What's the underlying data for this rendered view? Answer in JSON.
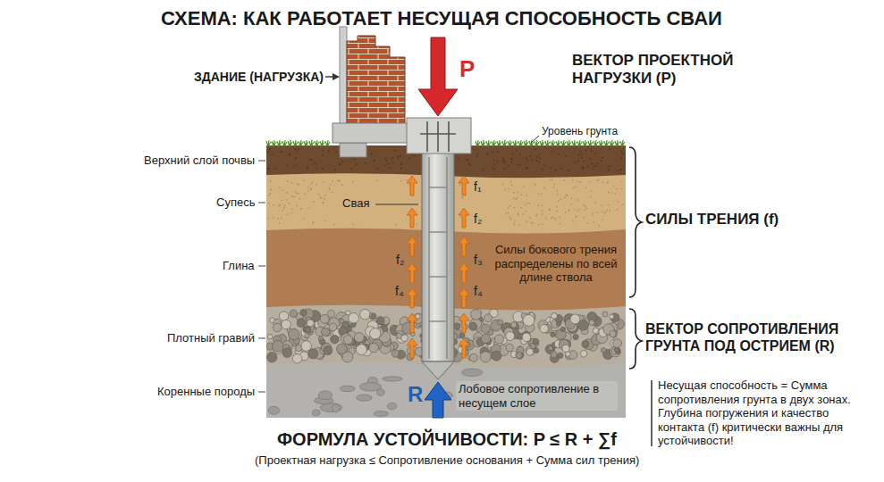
{
  "diagram": {
    "title": "СХЕМА: КАК РАБОТАЕТ НЕСУЩАЯ СПОСОБНОСТЬ СВАИ",
    "labels": [
      "ЗДАНИЕ (НАГРУЗКА)",
      "P",
      "ВЕКТОР ПРОЕКТНОЙ НАГРУЗКИ (P)",
      "Уровень грунта",
      "Верхний слой почвы",
      "Супесь",
      "Свая",
      "f₁",
      "f₂",
      "СИЛЫ ТРЕНИЯ (f)",
      "Глина",
      "f₂",
      "f₃",
      "Силы бокового трения распределены по всей длине ствола",
      "f₄",
      "f₄",
      "Плотный гравий",
      "ВЕКТОР СОПРОТИВЛЕНИЯ ГРУНТА ПОД ОСТРИЕМ (R)",
      "Коренные породы",
      "R",
      "Лобовое сопротивление в несущем слое",
      "Несущая способность = Сумма сопротивления грунта в двух зонах. Глубина погружения и качество контакта (f) критически важны для устойчивости!",
      "ФОРМУЛА УСТОЙЧИВОСТИ: P ≤ R + ∑f",
      "(Проектная нагрузка ≤ Сопротивление основания + Сумма сил трения)"
    ]
  }
}
